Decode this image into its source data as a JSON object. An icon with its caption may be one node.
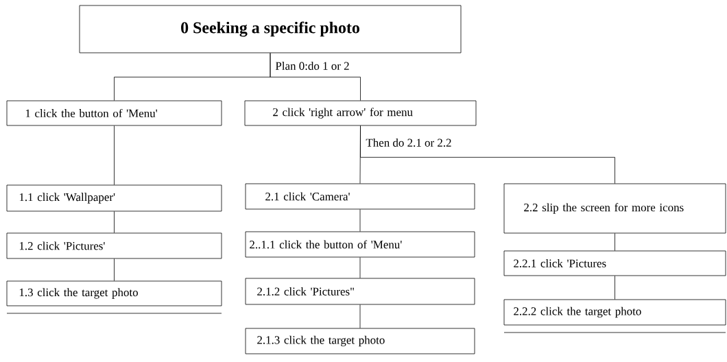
{
  "diagram": {
    "nodes": [
      {
        "text": [
          "0 Seeking a specific photo"
        ],
        "beside": [
          "Plan 0:do 1 or 2"
        ]
      },
      {
        "text": [
          "1 click the button of 'Menu'"
        ]
      },
      {
        "text": [
          "2 click 'right arrow' for menu"
        ],
        "beside": [
          "Then do 2.1 or 2.2"
        ]
      },
      {
        "text": [
          "1.1 click 'Wallpaper'"
        ]
      },
      {
        "text": [
          "1.2 click 'Pictures'"
        ]
      },
      {
        "text": [
          "1.3 click the target photo"
        ]
      },
      {
        "text": [
          "2.1  click 'Camera'"
        ]
      },
      {
        "text": [
          "2..1.1 click the button of 'Menu'"
        ]
      },
      {
        "text": [
          "2.1.2 click 'Pictures\""
        ]
      },
      {
        "text": [
          "2.1.3 click the target photo"
        ]
      },
      {
        "text": [
          "2.2  slip the screen for more icons"
        ]
      },
      {
        "text": [
          "2.2.1 click 'Pictures"
        ]
      },
      {
        "text": [
          "2.2.2 click the target photo"
        ]
      }
    ],
    "edges": [
      {
        "from": 0,
        "to": 1,
        "arrow": "none"
      },
      {
        "from": 0,
        "to": 2,
        "arrow": "none"
      },
      {
        "from": 1,
        "to": 3,
        "arrow": "none"
      },
      {
        "from": 3,
        "to": 4,
        "arrow": "none"
      },
      {
        "from": 4,
        "to": 5,
        "arrow": "none"
      },
      {
        "from": 2,
        "to": 6,
        "arrow": "none"
      },
      {
        "from": 2,
        "to": 10,
        "arrow": "none"
      },
      {
        "from": 6,
        "to": 7,
        "arrow": "none"
      },
      {
        "from": 7,
        "to": 8,
        "arrow": "none"
      },
      {
        "from": 8,
        "to": 9,
        "arrow": "none"
      },
      {
        "from": 10,
        "to": 11,
        "arrow": "none"
      },
      {
        "from": 11,
        "to": 12,
        "arrow": "none"
      }
    ]
  }
}
